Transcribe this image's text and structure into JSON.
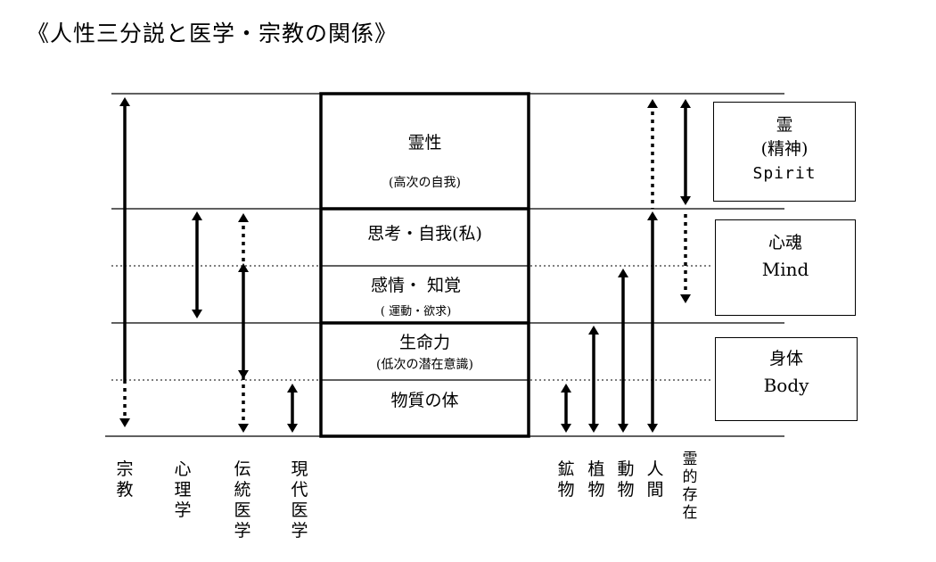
{
  "title": "《人性三分説と医学・宗教の関係》",
  "column": {
    "spirit": {
      "main": "霊性",
      "sub": "(高次の自我)"
    },
    "thought": {
      "main": "思考・自我(私)"
    },
    "emotion": {
      "main": "感情・ 知覚",
      "sub": "( 運動・欲求)"
    },
    "life": {
      "main": "生命力",
      "sub": "(低次の潜在意識)"
    },
    "matter": {
      "main": "物質の体"
    }
  },
  "legend": {
    "spirit": {
      "line1": "霊",
      "line2": "(精神)",
      "line3": "Spirit"
    },
    "mind": {
      "line1": "心魂",
      "line2": "Mind"
    },
    "body": {
      "line1": "身体",
      "line2": "Body"
    }
  },
  "labels": {
    "religion": "宗教",
    "psychology": "心理学",
    "traditional_medicine": "伝統医学",
    "modern_medicine": "現代医学",
    "minerals": "鉱物",
    "plants": "植物",
    "animals": "動物",
    "humans": "人間",
    "spiritual_beings": "霊的存在"
  }
}
